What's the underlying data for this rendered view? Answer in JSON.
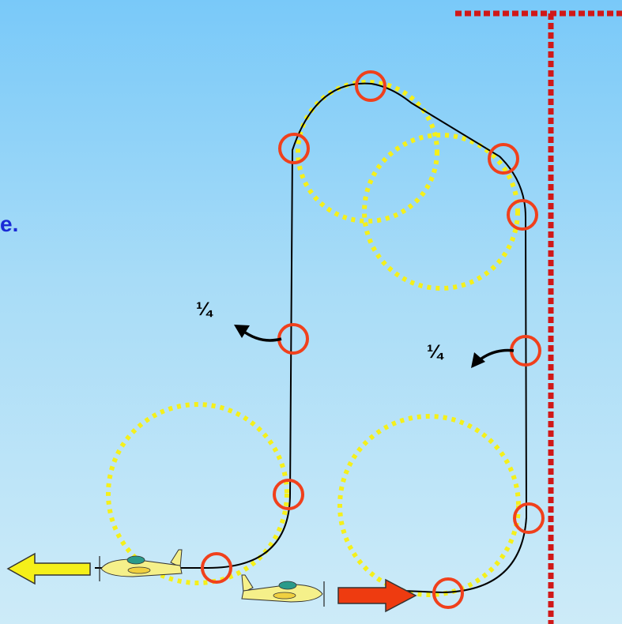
{
  "caption_fragment": "e.",
  "labels": {
    "quarter_left": "¼",
    "quarter_right": "¼"
  },
  "colors": {
    "background_top": "#79c9f9",
    "background_bottom": "#cdebf8",
    "path": "#000000",
    "marker_circle": "#f0401c",
    "construction_circle": "#f5f01a",
    "boundary_line": "#d01818",
    "exit_arrow": "#f5f01a",
    "entry_arrow": "#ee3b10",
    "plane_body": "#f5f08a",
    "plane_canopy": "#2a9a8a"
  },
  "icons": [
    "airplane-icon",
    "arrow-left-icon",
    "arrow-right-icon",
    "rotation-arrow-icon"
  ]
}
